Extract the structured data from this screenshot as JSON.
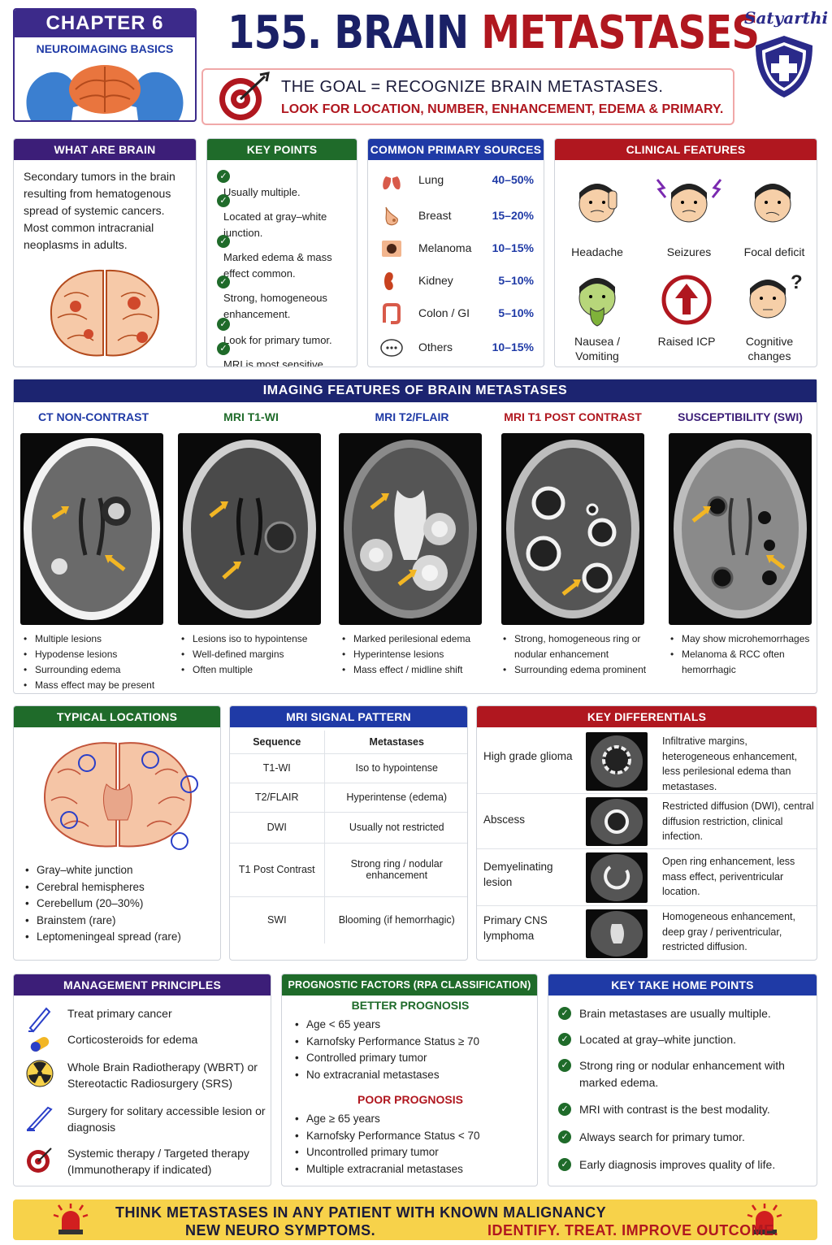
{
  "header": {
    "chapter": "CHAPTER 6",
    "chapter_sub": "NEUROIMAGING BASICS",
    "title_num": "155.",
    "title_word1": "BRAIN",
    "title_word2": "METASTASES",
    "brand": "Satyarthi",
    "goal_line1": "THE GOAL = RECOGNIZE BRAIN METASTASES.",
    "goal_line2": "LOOK FOR LOCATION, NUMBER, ENHANCEMENT, EDEMA & PRIMARY."
  },
  "what_are": {
    "heading": "WHAT ARE BRAIN METASTASES?",
    "text": "Secondary tumors in the brain resulting from hematogenous spread of systemic cancers. Most common intracranial neoplasms in adults."
  },
  "key_points": {
    "heading": "KEY POINTS",
    "items": [
      "Usually multiple.",
      "Located at gray–white junction.",
      "Marked edema & mass effect common.",
      "Strong, homogeneous enhancement.",
      "Look for primary tumor.",
      "MRI is most sensitive."
    ]
  },
  "sources": {
    "heading": "COMMON PRIMARY SOURCES",
    "items": [
      {
        "name": "Lung",
        "pct": "40–50%",
        "icon": "lungs-icon"
      },
      {
        "name": "Breast",
        "pct": "15–20%",
        "icon": "breast-icon"
      },
      {
        "name": "Melanoma",
        "pct": "10–15%",
        "icon": "melanoma-icon"
      },
      {
        "name": "Kidney",
        "pct": "5–10%",
        "icon": "kidney-icon"
      },
      {
        "name": "Colon / GI",
        "pct": "5–10%",
        "icon": "colon-icon"
      },
      {
        "name": "Others",
        "pct": "10–15%",
        "icon": "others-icon"
      }
    ]
  },
  "clinical": {
    "heading": "CLINICAL FEATURES",
    "items": [
      "Headache",
      "Seizures",
      "Focal deficit",
      "Nausea / Vomiting",
      "Raised ICP",
      "Cognitive changes"
    ]
  },
  "imaging": {
    "heading": "IMAGING FEATURES OF BRAIN METASTASES",
    "columns": [
      {
        "title": "CT NON-CONTRAST",
        "bullets": [
          "Multiple lesions",
          "Hypodense lesions",
          "Surrounding edema",
          "Mass effect may be present"
        ]
      },
      {
        "title": "MRI T1-WI",
        "bullets": [
          "Lesions iso to hypointense",
          "Well-defined margins",
          "Often multiple"
        ]
      },
      {
        "title": "MRI T2/FLAIR",
        "bullets": [
          "Marked perilesional edema",
          "Hyperintense lesions",
          "Mass effect / midline shift"
        ]
      },
      {
        "title": "MRI T1 POST CONTRAST",
        "bullets": [
          "Strong, homogeneous ring or nodular enhancement",
          "Surrounding edema prominent"
        ]
      },
      {
        "title": "SUSCEPTIBILITY (SWI)",
        "bullets": [
          "May show microhemorrhages",
          "Melanoma & RCC often hemorrhagic"
        ]
      }
    ]
  },
  "locations": {
    "heading": "TYPICAL LOCATIONS",
    "items": [
      "Gray–white junction",
      "Cerebral hemispheres",
      "Cerebellum (20–30%)",
      "Brainstem (rare)",
      "Leptomeningeal spread (rare)"
    ]
  },
  "signal": {
    "heading": "MRI SIGNAL PATTERN",
    "col1": "Sequence",
    "col2": "Metastases",
    "rows": [
      {
        "seq": "T1-WI",
        "val": "Iso to hypointense"
      },
      {
        "seq": "T2/FLAIR",
        "val": "Hyperintense (edema)"
      },
      {
        "seq": "DWI",
        "val": "Usually not restricted"
      },
      {
        "seq": "T1 Post Contrast",
        "val": "Strong ring / nodular enhancement"
      },
      {
        "seq": "SWI",
        "val": "Blooming (if hemorrhagic)"
      }
    ]
  },
  "differentials": {
    "heading": "KEY DIFFERENTIALS",
    "items": [
      {
        "name": "High grade glioma",
        "desc": "Infiltrative margins, heterogeneous enhancement, less perilesional edema than metastases."
      },
      {
        "name": "Abscess",
        "desc": "Restricted diffusion (DWI), central diffusion restriction, clinical infection."
      },
      {
        "name": "Demyelinating lesion",
        "desc": "Open ring enhancement, less mass effect, periventricular location."
      },
      {
        "name": "Primary CNS lymphoma",
        "desc": "Homogeneous enhancement, deep gray / periventricular, restricted diffusion."
      }
    ]
  },
  "management": {
    "heading": "MANAGEMENT PRINCIPLES",
    "items": [
      "Treat primary cancer",
      "Corticosteroids for edema",
      "Whole Brain Radiotherapy (WBRT) or Stereotactic Radiosurgery (SRS)",
      "Surgery for solitary accessible lesion or diagnosis",
      "Systemic therapy / Targeted therapy (Immunotherapy if indicated)"
    ]
  },
  "prognosis": {
    "heading": "PROGNOSTIC FACTORS (RPA CLASSIFICATION)",
    "better_title": "BETTER PROGNOSIS",
    "better": [
      "Age < 65 years",
      "Karnofsky Performance Status ≥ 70",
      "Controlled primary tumor",
      "No extracranial metastases"
    ],
    "poor_title": "POOR PROGNOSIS",
    "poor": [
      "Age ≥ 65 years",
      "Karnofsky Performance Status < 70",
      "Uncontrolled primary tumor",
      "Multiple extracranial metastases"
    ]
  },
  "takehome": {
    "heading": "KEY TAKE HOME POINTS",
    "items": [
      "Brain metastases are usually multiple.",
      "Located at gray–white junction.",
      "Strong ring or nodular enhancement with marked edema.",
      "MRI with contrast is the best modality.",
      "Always search for primary tumor.",
      "Early diagnosis improves quality of life."
    ]
  },
  "footer": {
    "line1": "THINK METASTASES IN ANY PATIENT WITH KNOWN MALIGNANCY",
    "line2": "NEW NEURO SYMPTOMS.",
    "line3": "IDENTIFY. TREAT. IMPROVE OUTCOME."
  },
  "colors": {
    "navy": "#1c2470",
    "red": "#b0171f",
    "green": "#1f6b2a",
    "purple": "#3c1e78",
    "blue": "#1f3aa6",
    "yellow": "#f7d24a"
  }
}
